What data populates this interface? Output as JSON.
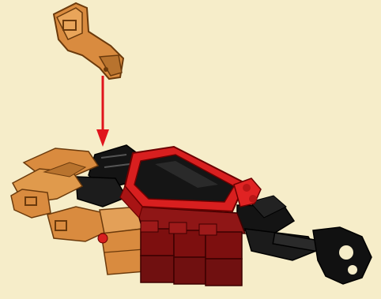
{
  "diagram": {
    "step_type": "assembly-instruction",
    "parts": [
      {
        "name": "orange-claw-piece",
        "color": "#d98b3f"
      },
      {
        "name": "red-tile-plate",
        "color": "#d81f1f"
      },
      {
        "name": "dark-red-bricks",
        "color": "#7d0f0f"
      },
      {
        "name": "black-arm-joints",
        "color": "#111111"
      },
      {
        "name": "orange-claw-fingers",
        "color": "#d98b3f"
      }
    ],
    "arrow": {
      "color": "#e0141c",
      "direction": "down"
    },
    "colors": {
      "background": "#f6edc9",
      "orange": "#d98b3f",
      "orange_dark": "#8a4d12",
      "red": "#d81f1f",
      "dark_red": "#7d0f0f",
      "black": "#111111"
    }
  }
}
